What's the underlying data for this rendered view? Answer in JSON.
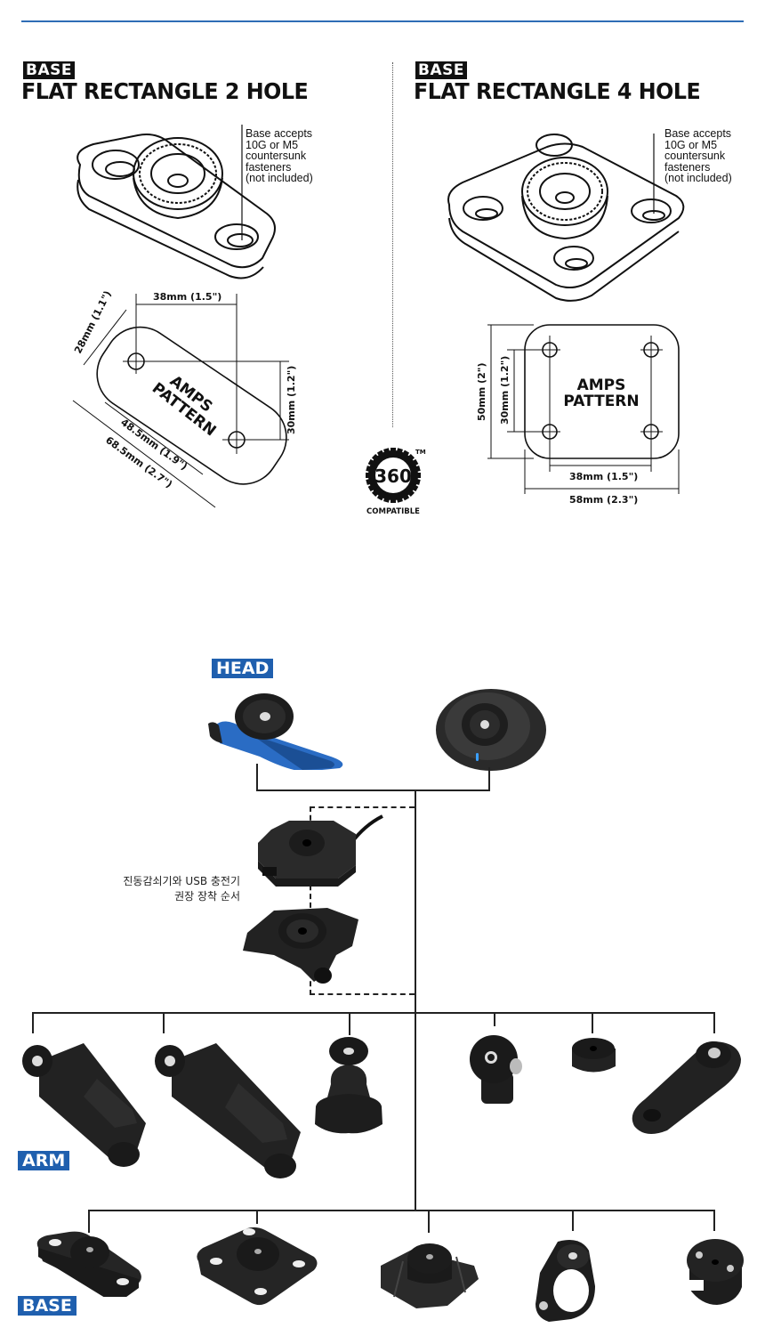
{
  "colors": {
    "accent_blue": "#2f6db5",
    "tag_blue": "#1f5fae",
    "ink": "#111111"
  },
  "left_section": {
    "tag": "BASE",
    "title": "FLAT RECTANGLE 2 HOLE",
    "note": [
      "Base accepts",
      "10G or M5",
      "countersunk",
      "fasteners",
      "(not included)"
    ],
    "diagram": {
      "center_label": [
        "AMPS",
        "PATTERN"
      ],
      "dim_top": "38mm (1.5\")",
      "dim_left": "28mm (1.1\")",
      "dim_right": "30mm (1.2\")",
      "dim_inner": "48.5mm (1.9\")",
      "dim_outer": "68.5mm (2.7\")"
    }
  },
  "right_section": {
    "tag": "BASE",
    "title": "FLAT RECTANGLE 4 HOLE",
    "note": [
      "Base accepts",
      "10G or M5",
      "countersunk",
      "fasteners",
      "(not included)"
    ],
    "diagram": {
      "center_label": [
        "AMPS",
        "PATTERN"
      ],
      "dim_outer_height": "50mm (2\")",
      "dim_inner_height": "30mm (1.2\")",
      "dim_inner_width": "38mm (1.5\")",
      "dim_outer_width": "58mm (2.3\")"
    }
  },
  "badge_360": {
    "number": "360",
    "tm": "TM",
    "label": "COMPATIBLE"
  },
  "tree": {
    "head_tag": "HEAD",
    "arm_tag": "ARM",
    "base_tag": "BASE",
    "vibration_note": [
      "진동감쇠기와 USB 충전기",
      "권장 장착 순서"
    ],
    "head_products": [
      "Handlebar clip head (blue)",
      "Wireless charging head"
    ],
    "middle_products": [
      "USB charger",
      "Vibration dampener"
    ],
    "arm_products": [
      "Long dual pivot arm",
      "Extra long dual pivot arm",
      "Ball joint head",
      "Dual pivot adaptor",
      "Extension spacer",
      "Extension arm"
    ],
    "base_products": [
      "Flat rectangle 2 hole base",
      "Flat rectangle 4 hole base",
      "Adhesive cross base",
      "Handlebar clamp",
      "Stem mount"
    ]
  }
}
